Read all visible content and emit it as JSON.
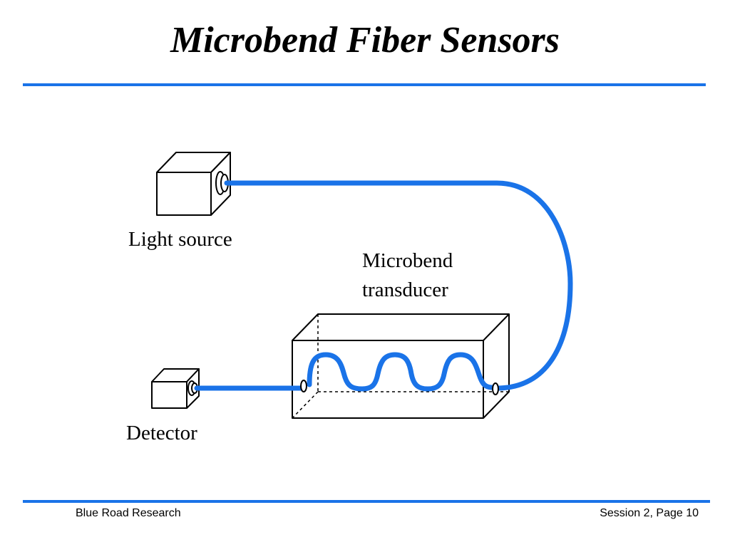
{
  "slide": {
    "title": "Microbend Fiber Sensors"
  },
  "diagram": {
    "labels": {
      "light_source": "Light source",
      "transducer_line1": "Microbend",
      "transducer_line2": "transducer",
      "detector": "Detector"
    },
    "colors": {
      "fiber": "#1a73e8",
      "rule": "#1a73e8",
      "outline": "#000000"
    }
  },
  "footer": {
    "left": "Blue Road Research",
    "right": "Session 2, Page 10"
  }
}
